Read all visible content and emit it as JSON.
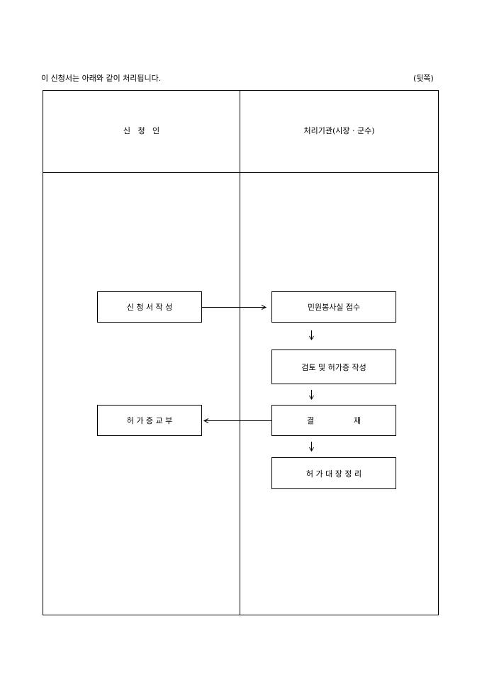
{
  "header": {
    "intro": "이 신청서는 아래와 같이 처리됩니다.",
    "side_mark": "(뒷쪽)"
  },
  "columns": {
    "applicant": "신   청   인",
    "agency": "처리기관(시장 · 군수)"
  },
  "flow": {
    "write_application": "신 청 서 작 성",
    "civil_service_receipt": "민원봉사실 접수",
    "review_and_permit": "검토 및 허가증 작성",
    "approval": "결                재",
    "permit_issue": "허 가 증 교 부",
    "ledger_update": "허 가 대 장 정 리"
  }
}
